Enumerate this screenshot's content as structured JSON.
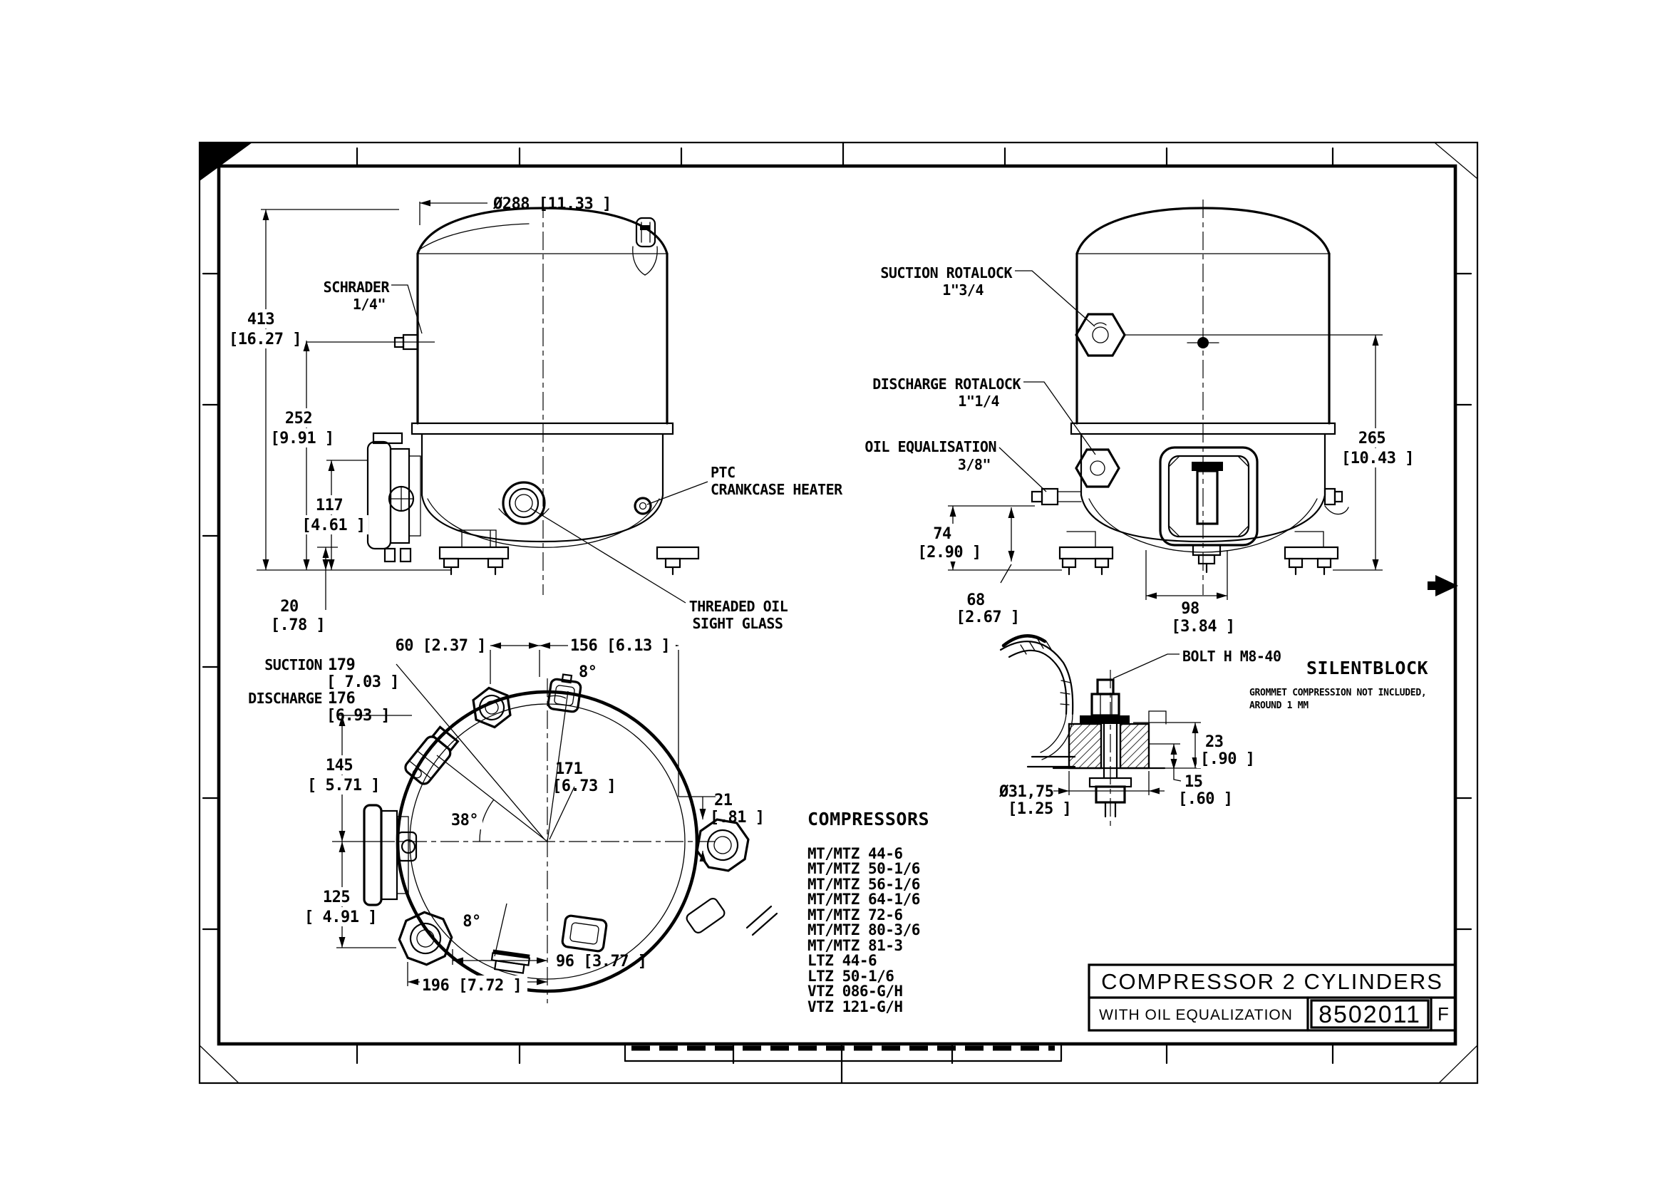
{
  "front_view": {
    "dia_label": "Ø288 [11.33 ]",
    "h413": "413",
    "h413_in": "[16.27 ]",
    "h252": "252",
    "h252_in": "[9.91 ]",
    "h117": "117",
    "h117_in": "[4.61 ]",
    "h20": "20",
    "h20_in": "[.78 ]",
    "schrader": "SCHRADER",
    "schrader_size": "1/4\"",
    "ptc1": "PTC",
    "ptc2": "CRANKCASE HEATER",
    "sight1": "THREADED OIL",
    "sight2": "SIGHT GLASS"
  },
  "side_view": {
    "suction1": "SUCTION ROTALOCK",
    "suction2": "1\"3/4",
    "discharge1": "DISCHARGE ROTALOCK",
    "discharge2": "1\"1/4",
    "oileq1": "OIL EQUALISATION",
    "oileq2": "3/8\"",
    "h265": "265",
    "h265_in": "[10.43 ]",
    "h74": "74",
    "h74_in": "[2.90 ]",
    "h68": "68",
    "h68_in": "[2.67 ]",
    "w98": "98",
    "w98_in": "[3.84 ]"
  },
  "top_view": {
    "suction_label": "SUCTION",
    "suction_val": "179",
    "suction_in": "[ 7.03 ]",
    "discharge_label": "DISCHARGE",
    "discharge_val": "176",
    "discharge_in": "[6.93 ]",
    "w60": "60 [2.37 ]",
    "w156": "156 [6.13 ]",
    "a8_top": "8°",
    "d171": "171",
    "d171_in": "[6.73 ]",
    "h145": "145",
    "h145_in": "[ 5.71 ]",
    "a38": "38°",
    "d21": "21",
    "d21_in": "[.81 ]",
    "h125": "125",
    "h125_in": "[ 4.91 ]",
    "a8_bottom": "8°",
    "w96": "96 [3.77 ]",
    "w196": "196 [7.72 ]"
  },
  "silentblock": {
    "bolt_label": "BOLT H M8-40",
    "title": "SILENTBLOCK",
    "note1": "GROMMET COMPRESSION NOT INCLUDED,",
    "note2": "AROUND 1 MM",
    "d23": "23",
    "d23_in": "[.90 ]",
    "d15": "15",
    "d15_in": "[.60 ]",
    "dia": "Ø31,75",
    "dia_in": "[1.25 ]"
  },
  "compressors": {
    "title": "COMPRESSORS",
    "models": [
      "MT/MTZ 44-6",
      "MT/MTZ 50-1/6",
      "MT/MTZ 56-1/6",
      "MT/MTZ 64-1/6",
      "MT/MTZ 72-6",
      "MT/MTZ 80-3/6",
      "MT/MTZ 81-3",
      "LTZ 44-6",
      "LTZ 50-1/6",
      "VTZ 086-G/H",
      "VTZ 121-G/H"
    ]
  },
  "title_block": {
    "title": "COMPRESSOR 2 CYLINDERS",
    "subtitle": "WITH OIL EQUALIZATION",
    "number": "8502011",
    "revision": "F"
  },
  "colors": {
    "ink": "#000000",
    "paper": "#ffffff"
  }
}
